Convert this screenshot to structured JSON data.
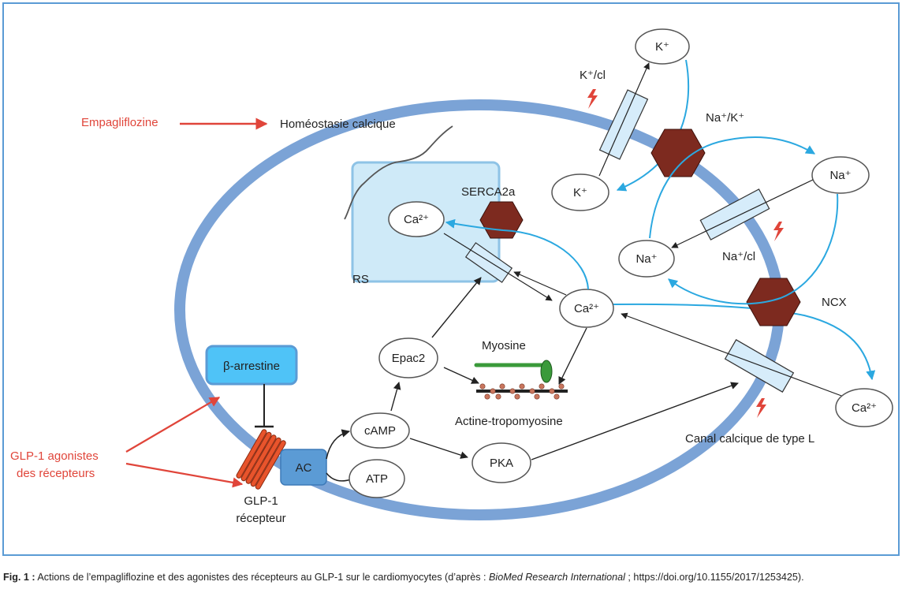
{
  "colors": {
    "membrane": "#7ba3d6",
    "channel_fill": "#d6ecfa",
    "pump": "#7d2a1f",
    "arrow_blue": "#2ba8e0",
    "red_label": "#e0453a",
    "ac_box": "#5b9bd5",
    "arrestin_box": "#4fc3f7",
    "rs_fill": "#cfeaf8",
    "rs_border": "#8ec3e6",
    "receptor": "#e8542c",
    "myosin": "#3a9a3a"
  },
  "labels": {
    "empagliflozine": "Empagliflozine",
    "homeostasie": "Homéostasie calcique",
    "glp1_agonists_line1": "GLP-1 agonistes",
    "glp1_agonists_line2": "des récepteurs",
    "beta_arrestine": "β-arrestine",
    "glp1_receptor_line1": "GLP-1",
    "glp1_receptor_line2": "récepteur",
    "ac": "AC",
    "camp": "cAMP",
    "atp": "ATP",
    "pka": "PKA",
    "epac2": "Epac2",
    "myosine": "Myosine",
    "actine": "Actine-tropomyosine",
    "rs": "RS",
    "serca2a": "SERCA2a",
    "ca_rs": "Ca²⁺",
    "ca_cyto": "Ca²⁺",
    "ca_out": "Ca²⁺",
    "k_out": "K⁺",
    "k_in": "K⁺",
    "na_out": "Na⁺",
    "na_in": "Na⁺",
    "k_cl": "K⁺/cl",
    "na_k": "Na⁺/K⁺",
    "na_cl": "Na⁺/cl",
    "ncx": "NCX",
    "canal_calcique": "Canal calcique de type L"
  },
  "caption": {
    "fig_label": "Fig. 1 :",
    "text_before": " Actions de l’empagliflozine et des agonistes des récepteurs au GLP-1 sur le cardiomyocytes (d’après : ",
    "source_journal": "BioMed Research International",
    "text_after": " ; https://doi.org/10.1155/2017/1253425)."
  }
}
